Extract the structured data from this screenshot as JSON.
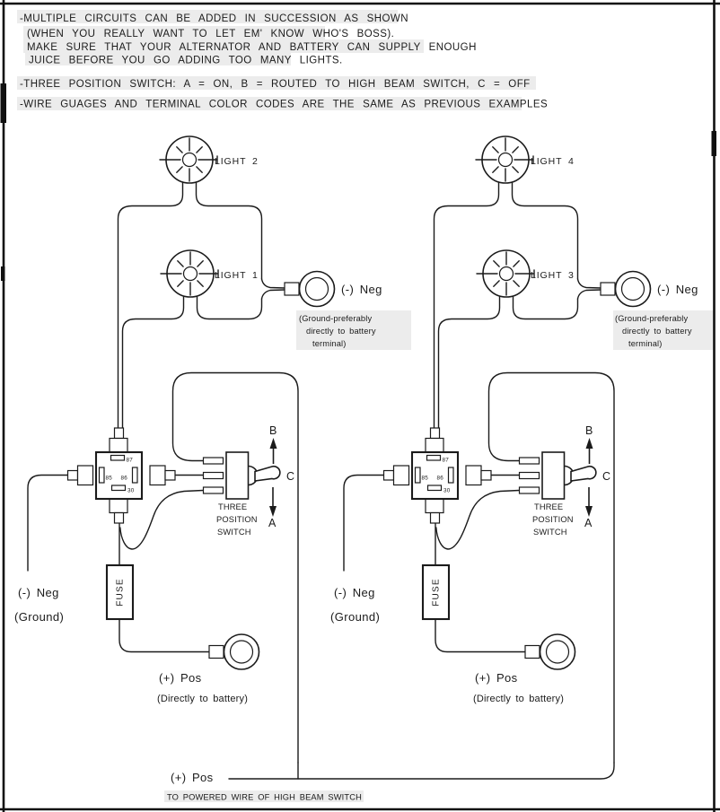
{
  "colors": {
    "ink": "#1b1b1b",
    "paper": "#ffffff"
  },
  "notes": {
    "n1": "-MULTIPLE CIRCUITS CAN BE ADDED IN SUCCESSION AS SHOWN",
    "n2": "(WHEN YOU REALLY WANT TO LET EM' KNOW WHO'S BOSS).",
    "n3": "MAKE SURE THAT YOUR ALTERNATOR AND BATTERY CAN SUPPLY ENOUGH",
    "n4": "JUICE BEFORE YOU GO ADDING TOO MANY LIGHTS.",
    "n5": "-THREE POSITION SWITCH: A = ON, B = ROUTED TO HIGH BEAM SWITCH, C = OFF",
    "n6": "-WIRE GUAGES AND TERMINAL COLOR CODES ARE THE SAME AS PREVIOUS EXAMPLES"
  },
  "circuits": {
    "left": {
      "light_top": "LIGHT 2",
      "light_bottom": "LIGHT 1",
      "neg": "(-) Neg",
      "ground_note1": "(Ground-preferably",
      "ground_note2": "directly to battery",
      "ground_note3": "terminal)",
      "relay_top": "87",
      "relay_left": "85",
      "relay_right": "86",
      "relay_bottom": "30",
      "switch_line1": "THREE",
      "switch_line2": "POSITION",
      "switch_line3": "SWITCH",
      "pos_b": "B",
      "pos_c": "C",
      "pos_a": "A",
      "fuse": "FUSE",
      "neg2": "(-) Neg",
      "neg2_note": "(Ground)",
      "pos": "(+) Pos",
      "pos_note": "(Directly to battery)"
    },
    "right": {
      "light_top": "LIGHT 4",
      "light_bottom": "LIGHT 3",
      "neg": "(-) Neg",
      "ground_note1": "(Ground-preferably",
      "ground_note2": "directly to battery",
      "ground_note3": "terminal)",
      "relay_top": "87",
      "relay_left": "85",
      "relay_right": "86",
      "relay_bottom": "30",
      "switch_line1": "THREE",
      "switch_line2": "POSITION",
      "switch_line3": "SWITCH",
      "pos_b": "B",
      "pos_c": "C",
      "pos_a": "A",
      "fuse": "FUSE",
      "neg2": "(-) Neg",
      "neg2_note": "(Ground)",
      "pos": "(+) Pos",
      "pos_note": "(Directly to battery)"
    }
  },
  "footer": {
    "pos": "(+) Pos",
    "note": "TO POWERED WIRE OF HIGH BEAM SWITCH"
  }
}
